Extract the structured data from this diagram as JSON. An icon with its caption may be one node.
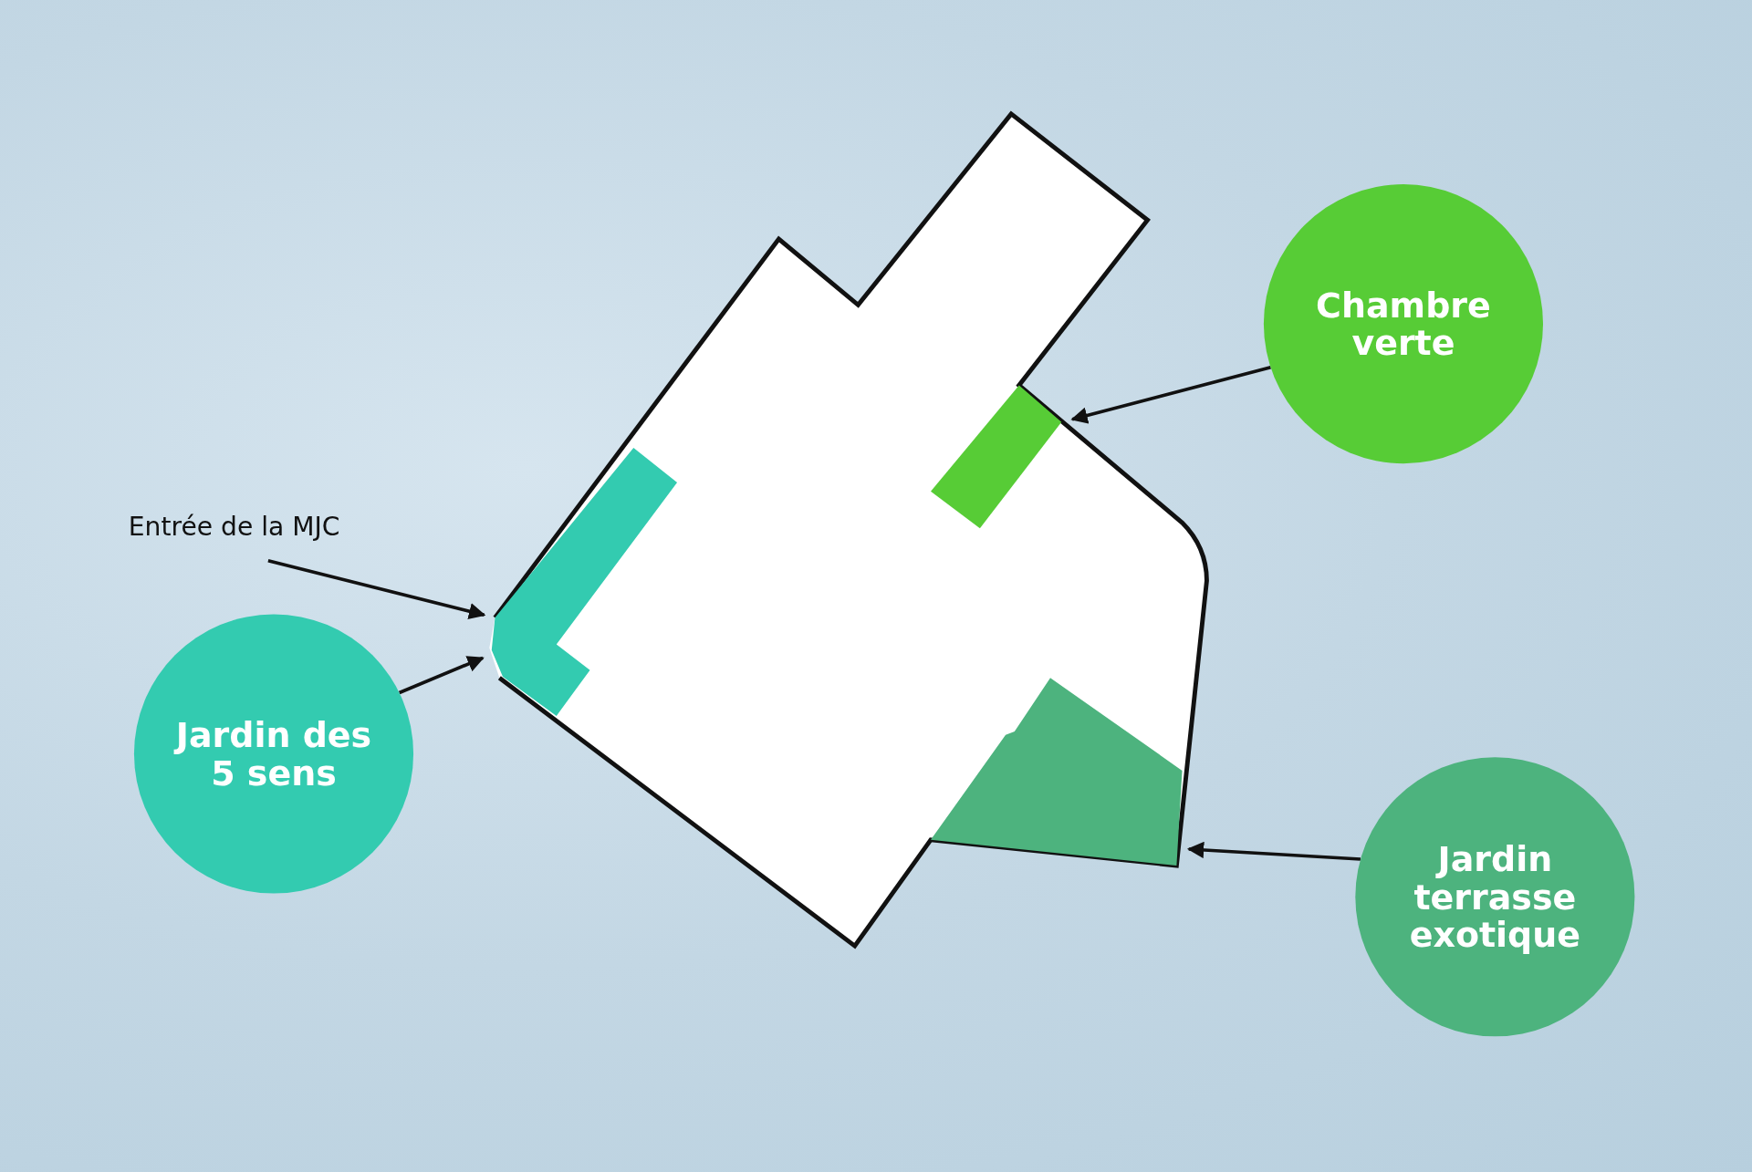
{
  "diagram": {
    "nodes": [
      {
        "text": [
          "Entrée de la MJC"
        ]
      },
      {
        "text": [
          "Jardin des 5 sens"
        ]
      },
      {
        "text": [
          "Chambre verte"
        ]
      },
      {
        "text": [
          "Jardin terrasse exotique"
        ]
      },
      {
        "text": [],
        "shape": "box"
      },
      {
        "text": [],
        "shape": "box",
        "in": 4
      },
      {
        "text": [],
        "shape": "box",
        "in": 4
      },
      {
        "text": [],
        "shape": "box",
        "in": 4
      }
    ],
    "edges": [
      {
        "from": 0,
        "to": 5,
        "arrow": "to"
      },
      {
        "from": 1,
        "to": 5,
        "arrow": "to"
      },
      {
        "from": 2,
        "to": 6,
        "arrow": "to"
      },
      {
        "from": 3,
        "to": 7,
        "arrow": "to"
      }
    ]
  }
}
